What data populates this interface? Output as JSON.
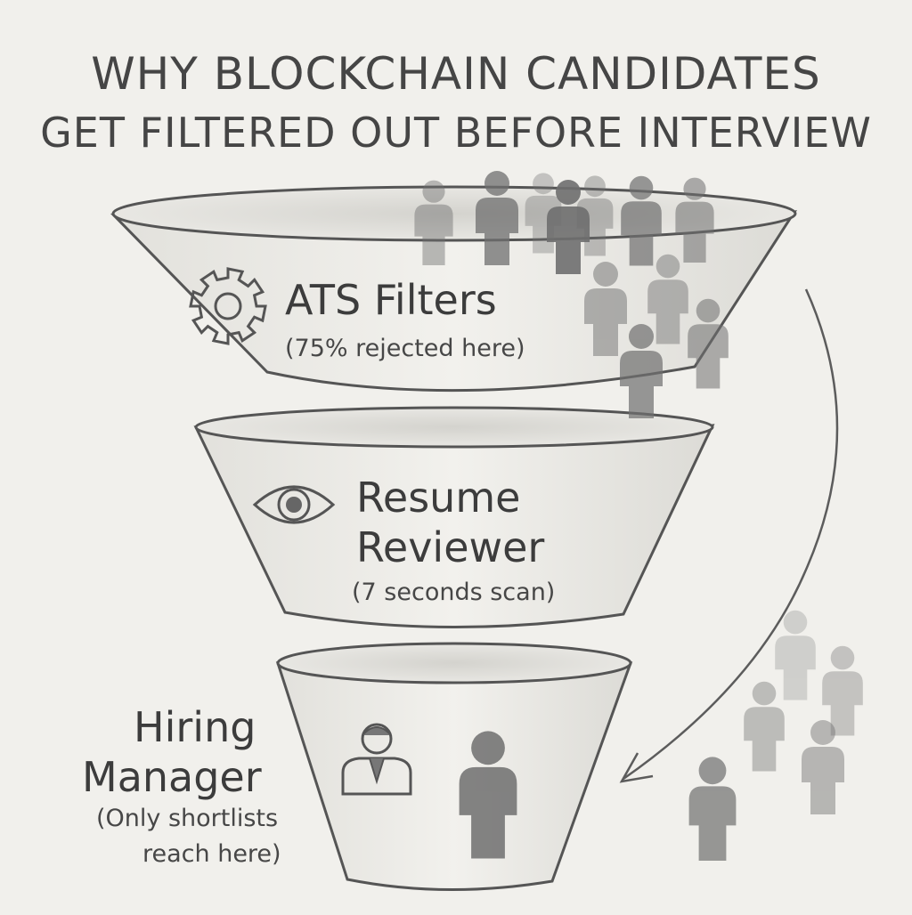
{
  "title": {
    "line1": "WHY BLOCKCHAIN CANDIDATES",
    "line2": "GET FILTERED OUT BEFORE INTERVIEW"
  },
  "stages": [
    {
      "label": "ATS Filters",
      "note": "(75% rejected here)",
      "icon": "gear-icon"
    },
    {
      "label_line1": "Resume",
      "label_line2": "Reviewer",
      "note": "(7 seconds scan)",
      "icon": "eye-icon"
    },
    {
      "label_line1": "Hiring",
      "label_line2": "Manager",
      "note_line1": "(Only shortlists",
      "note_line2": "reach here)",
      "icon": "manager-icon"
    }
  ],
  "colors": {
    "background": "#f1f0ec",
    "stroke": "#555555",
    "fill": "#e9e8e4",
    "person": "#7a7a7a"
  }
}
